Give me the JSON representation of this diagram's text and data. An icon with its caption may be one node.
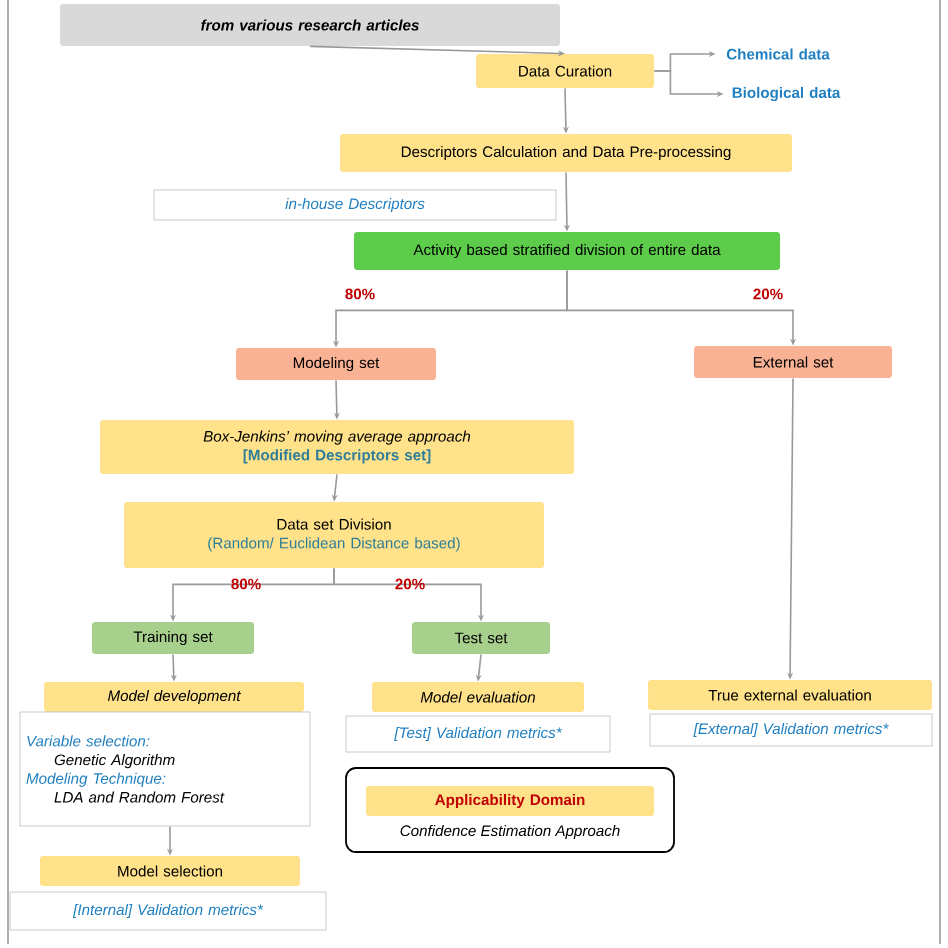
{
  "diagram": {
    "nodes": [
      {
        "text": [
          "from various research articles"
        ]
      },
      {
        "text": [
          "Data Curation"
        ]
      },
      {
        "text": [
          "Chemical data"
        ]
      },
      {
        "text": [
          "Biological data"
        ]
      },
      {
        "text": [
          "Descriptors Calculation and Data Pre-processing"
        ]
      },
      {
        "text": [
          "in-house Descriptors"
        ]
      },
      {
        "text": [
          "Activity based stratified division of entire data"
        ]
      },
      {
        "text": [
          "Modeling set"
        ]
      },
      {
        "text": [
          "External set"
        ]
      },
      {
        "text": [
          "Box-Jenkins’ moving average approach",
          "[Modified Descriptors set]"
        ]
      },
      {
        "text": [
          "Data set Division",
          "(Random/ Euclidean Distance based)"
        ]
      },
      {
        "text": [
          "Training set"
        ]
      },
      {
        "text": [
          "Test set"
        ]
      },
      {
        "text": [
          "Model development"
        ]
      },
      {
        "text": [
          "Variable selection:",
          "Genetic Algorithm",
          "Modeling Technique:",
          "LDA and Random Forest"
        ]
      },
      {
        "text": [
          "Model selection"
        ]
      },
      {
        "text": [
          "[Internal] Validation metrics*"
        ]
      },
      {
        "text": [
          "Model evaluation"
        ]
      },
      {
        "text": [
          "[Test] Validation metrics*"
        ]
      },
      {
        "text": [
          "True external evaluation"
        ]
      },
      {
        "text": [
          "[External] Validation metrics*"
        ]
      },
      {
        "text": [
          "Confidence Estimation Approach"
        ]
      },
      {
        "text": [
          "Applicability Domain"
        ],
        "in": 21
      }
    ],
    "edges": [
      {
        "from": 0,
        "to": 1,
        "arrow": "to"
      },
      {
        "from": 1,
        "to": 2,
        "arrow": "to"
      },
      {
        "from": 1,
        "to": 3,
        "arrow": "to"
      },
      {
        "from": 1,
        "to": 4,
        "arrow": "to"
      },
      {
        "from": 4,
        "to": 6,
        "arrow": "to"
      },
      {
        "from": 6,
        "to": 7,
        "arrow": "to",
        "label": "80%"
      },
      {
        "from": 6,
        "to": 8,
        "arrow": "to",
        "label": "20%"
      },
      {
        "from": 7,
        "to": 9,
        "arrow": "to"
      },
      {
        "from": 9,
        "to": 10,
        "arrow": "to"
      },
      {
        "from": 10,
        "to": 11,
        "arrow": "to",
        "label": "80%"
      },
      {
        "from": 10,
        "to": 12,
        "arrow": "to",
        "label": "20%"
      },
      {
        "from": 11,
        "to": 13,
        "arrow": "to"
      },
      {
        "from": 14,
        "to": 15,
        "arrow": "to"
      },
      {
        "from": 12,
        "to": 17,
        "arrow": "to"
      },
      {
        "from": 8,
        "to": 19,
        "arrow": "to"
      }
    ]
  }
}
